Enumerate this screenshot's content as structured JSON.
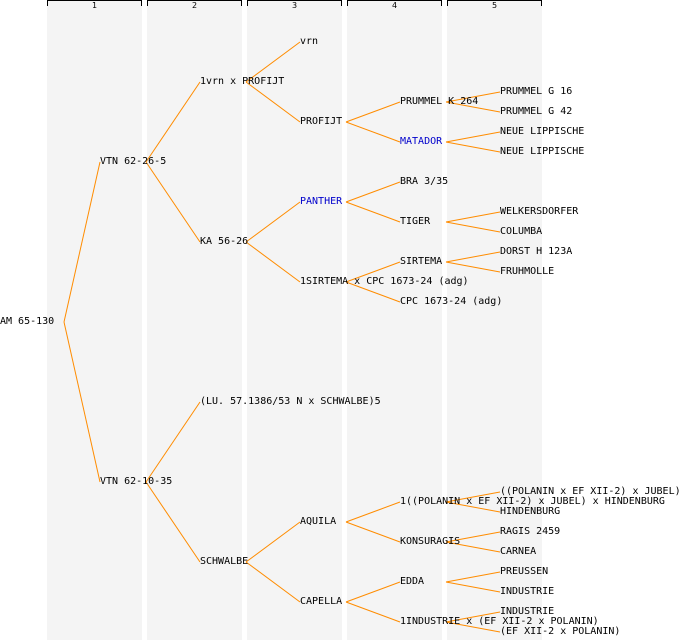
{
  "colors": {
    "edge": "#ff8c00",
    "link": "#0000cc",
    "text": "#000000",
    "band": "#f4f4f4"
  },
  "columns": [
    "1",
    "2",
    "3",
    "4",
    "5"
  ],
  "nodes": {
    "root": "AM 65-130",
    "g1a": "VTN 62-26-5",
    "g1b": "VTN 62-10-35",
    "g2a": "1vrn x PROFIJT",
    "g2b": "KA 56-26",
    "g2c": "(LU. 57.1386/53 N x SCHWALBE)5",
    "g2d": "SCHWALBE",
    "g3a": "vrn",
    "g3b": "PROFIJT",
    "g3c": "PANTHER",
    "g3d": "1SIRTEMA x CPC 1673-24 (adg)",
    "g3e": "AQUILA",
    "g3f": "CAPELLA",
    "g4a": "PRUMMEL K 264",
    "g4b": "MATADOR",
    "g4c": "BRA 3/35",
    "g4d": "TIGER",
    "g4e": "SIRTEMA",
    "g4f": "CPC 1673-24 (adg)",
    "g4g": "1((POLANIN x EF XII-2) x JUBEL) x HINDENBURG",
    "g4h": "KONSURAGIS",
    "g4i": "EDDA",
    "g4j": "1INDUSTRIE x (EF XII-2 x POLANIN)",
    "g5a": "PRUMMEL G 16",
    "g5b": "PRUMMEL G 42",
    "g5c": "NEUE LIPPISCHE",
    "g5d": "NEUE LIPPISCHE",
    "g5e": "WELKERSDORFER",
    "g5f": "COLUMBA",
    "g5g": "DORST H 123A",
    "g5h": "FRUHMOLLE",
    "g5i": "((POLANIN x EF XII-2) x JUBEL)",
    "g5j": "HINDENBURG",
    "g5k": "RAGIS 2459",
    "g5l": "CARNEA",
    "g5m": "PREUSSEN",
    "g5n": "INDUSTRIE",
    "g5o": "INDUSTRIE",
    "g5p": "(EF XII-2 x POLANIN)"
  }
}
